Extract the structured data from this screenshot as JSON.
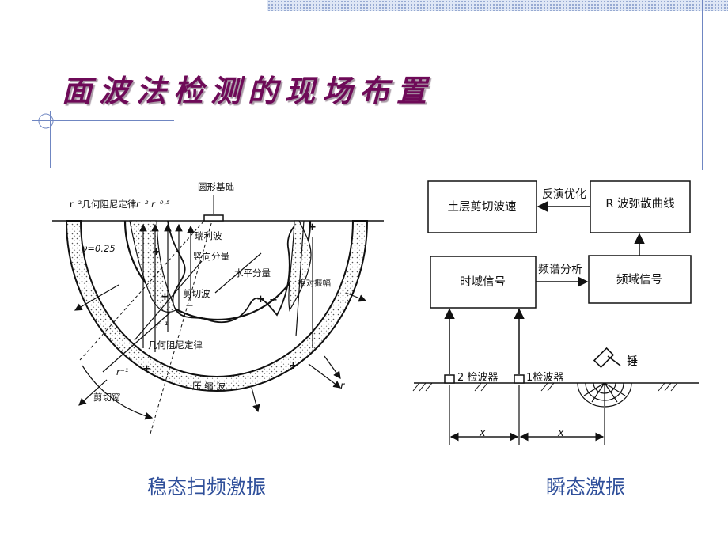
{
  "title": "面波法检测的现场布置",
  "left_diagram": {
    "caption": "稳态扫频激振",
    "labels": {
      "foundation": "圆形基础",
      "r2_geom": "r⁻²几何阻尼定律",
      "r2_r05": "r⁻² r⁻⁰·⁵",
      "rayleigh": "瑞利波",
      "vertical": "竖向分量",
      "nu": "ν=0.25",
      "horizontal": "水平分量",
      "relative_amp": "相对振幅",
      "shear_wave": "剪切波",
      "r_minus_1_a": "r⁻¹",
      "geom_damping": "几何阻尼定律",
      "r_minus_1_b": "r⁻¹",
      "compression": "压  缩  波",
      "shear_window": "剪切窗",
      "r": "r"
    }
  },
  "right_diagram": {
    "caption": "瞬态激振",
    "boxes": {
      "soil_velocity": "土层剪切波速",
      "r_dispersion": "R 波弥散曲线",
      "time_signal": "时域信号",
      "freq_signal": "频域信号"
    },
    "arrows": {
      "inversion": "反演优化",
      "spectrum": "频谱分析"
    },
    "labels": {
      "geophone2": "2 检波器",
      "geophone1": "1检波器",
      "hammer": "锤",
      "x1": "x",
      "x2": "x"
    }
  }
}
